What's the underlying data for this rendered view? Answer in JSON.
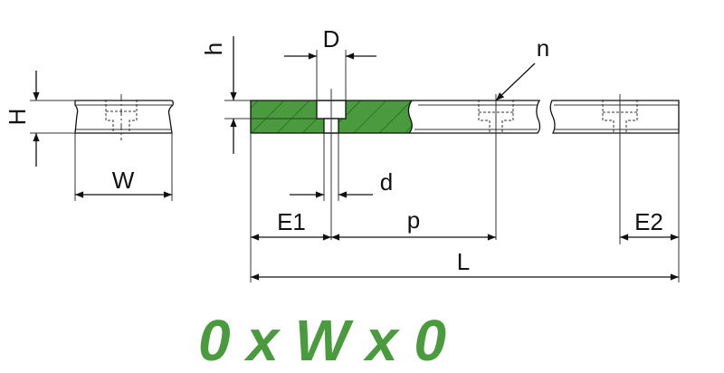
{
  "labels": {
    "H": "H",
    "W": "W",
    "h": "h",
    "D": "D",
    "n": "n",
    "d": "d",
    "E1": "E1",
    "p": "p",
    "E2": "E2",
    "L": "L"
  },
  "caption": "0 x W x 0",
  "colors": {
    "section_fill": "#4a9a3e",
    "caption_green": "#4a9a3e",
    "line": "#111111"
  }
}
